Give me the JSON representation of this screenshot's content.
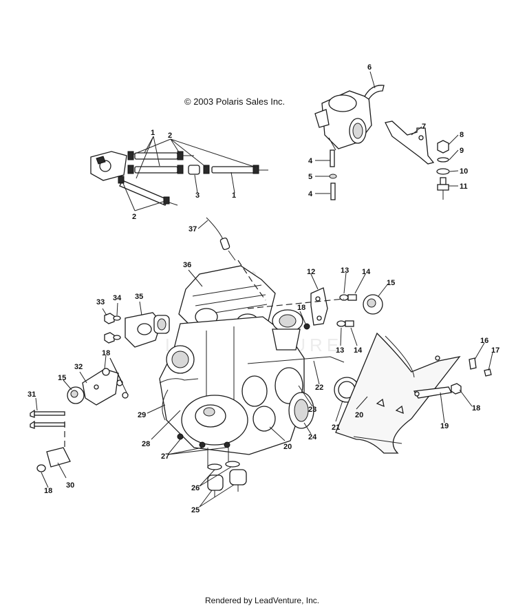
{
  "copyright": "© 2003 Polaris Sales Inc.",
  "footer": "Rendered by LeadVenture, Inc.",
  "callouts": [
    "1",
    "2",
    "3",
    "4",
    "5",
    "6",
    "7",
    "8",
    "9",
    "10",
    "11",
    "12",
    "13",
    "14",
    "15",
    "16",
    "17",
    "18",
    "19",
    "20",
    "21",
    "22",
    "23",
    "24",
    "25",
    "26",
    "27",
    "28",
    "29",
    "30",
    "31",
    "32",
    "33",
    "34",
    "35",
    "36",
    "37"
  ]
}
